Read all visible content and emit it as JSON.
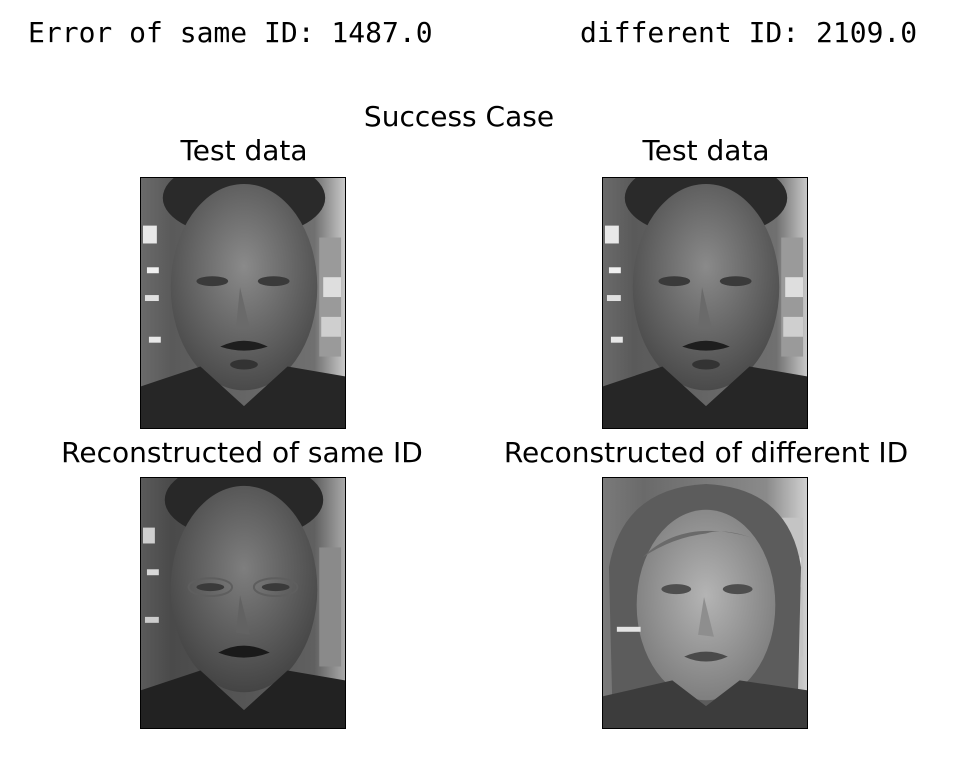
{
  "header": {
    "same_id_error": "Error of same ID: 1487.0",
    "different_id_error": "different ID: 2109.0"
  },
  "figure": {
    "title": "Success Case",
    "panels": [
      {
        "title": "Test data",
        "image": "grayscale-face-man-test"
      },
      {
        "title": "Test data",
        "image": "grayscale-face-man-test"
      },
      {
        "title": "Reconstructed of same ID",
        "image": "grayscale-face-man-reconstructed"
      },
      {
        "title": "Reconstructed of different ID",
        "image": "grayscale-face-woman-reconstructed"
      }
    ]
  }
}
